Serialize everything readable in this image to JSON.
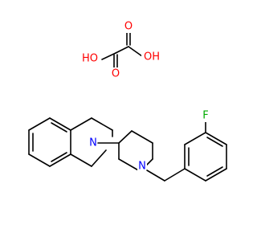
{
  "colors": {
    "carbon": "#000000",
    "oxygen": "#ff0000",
    "nitrogen": "#0000ff",
    "fluorine": "#00aa00"
  },
  "atoms": {
    "oh_left": "HO",
    "oh_right": "OH",
    "o_carbonyl_left": "O",
    "o_carbonyl_right": "O",
    "n_isoquinoline": "N",
    "n_piperidine": "N",
    "fluorine": "F"
  }
}
